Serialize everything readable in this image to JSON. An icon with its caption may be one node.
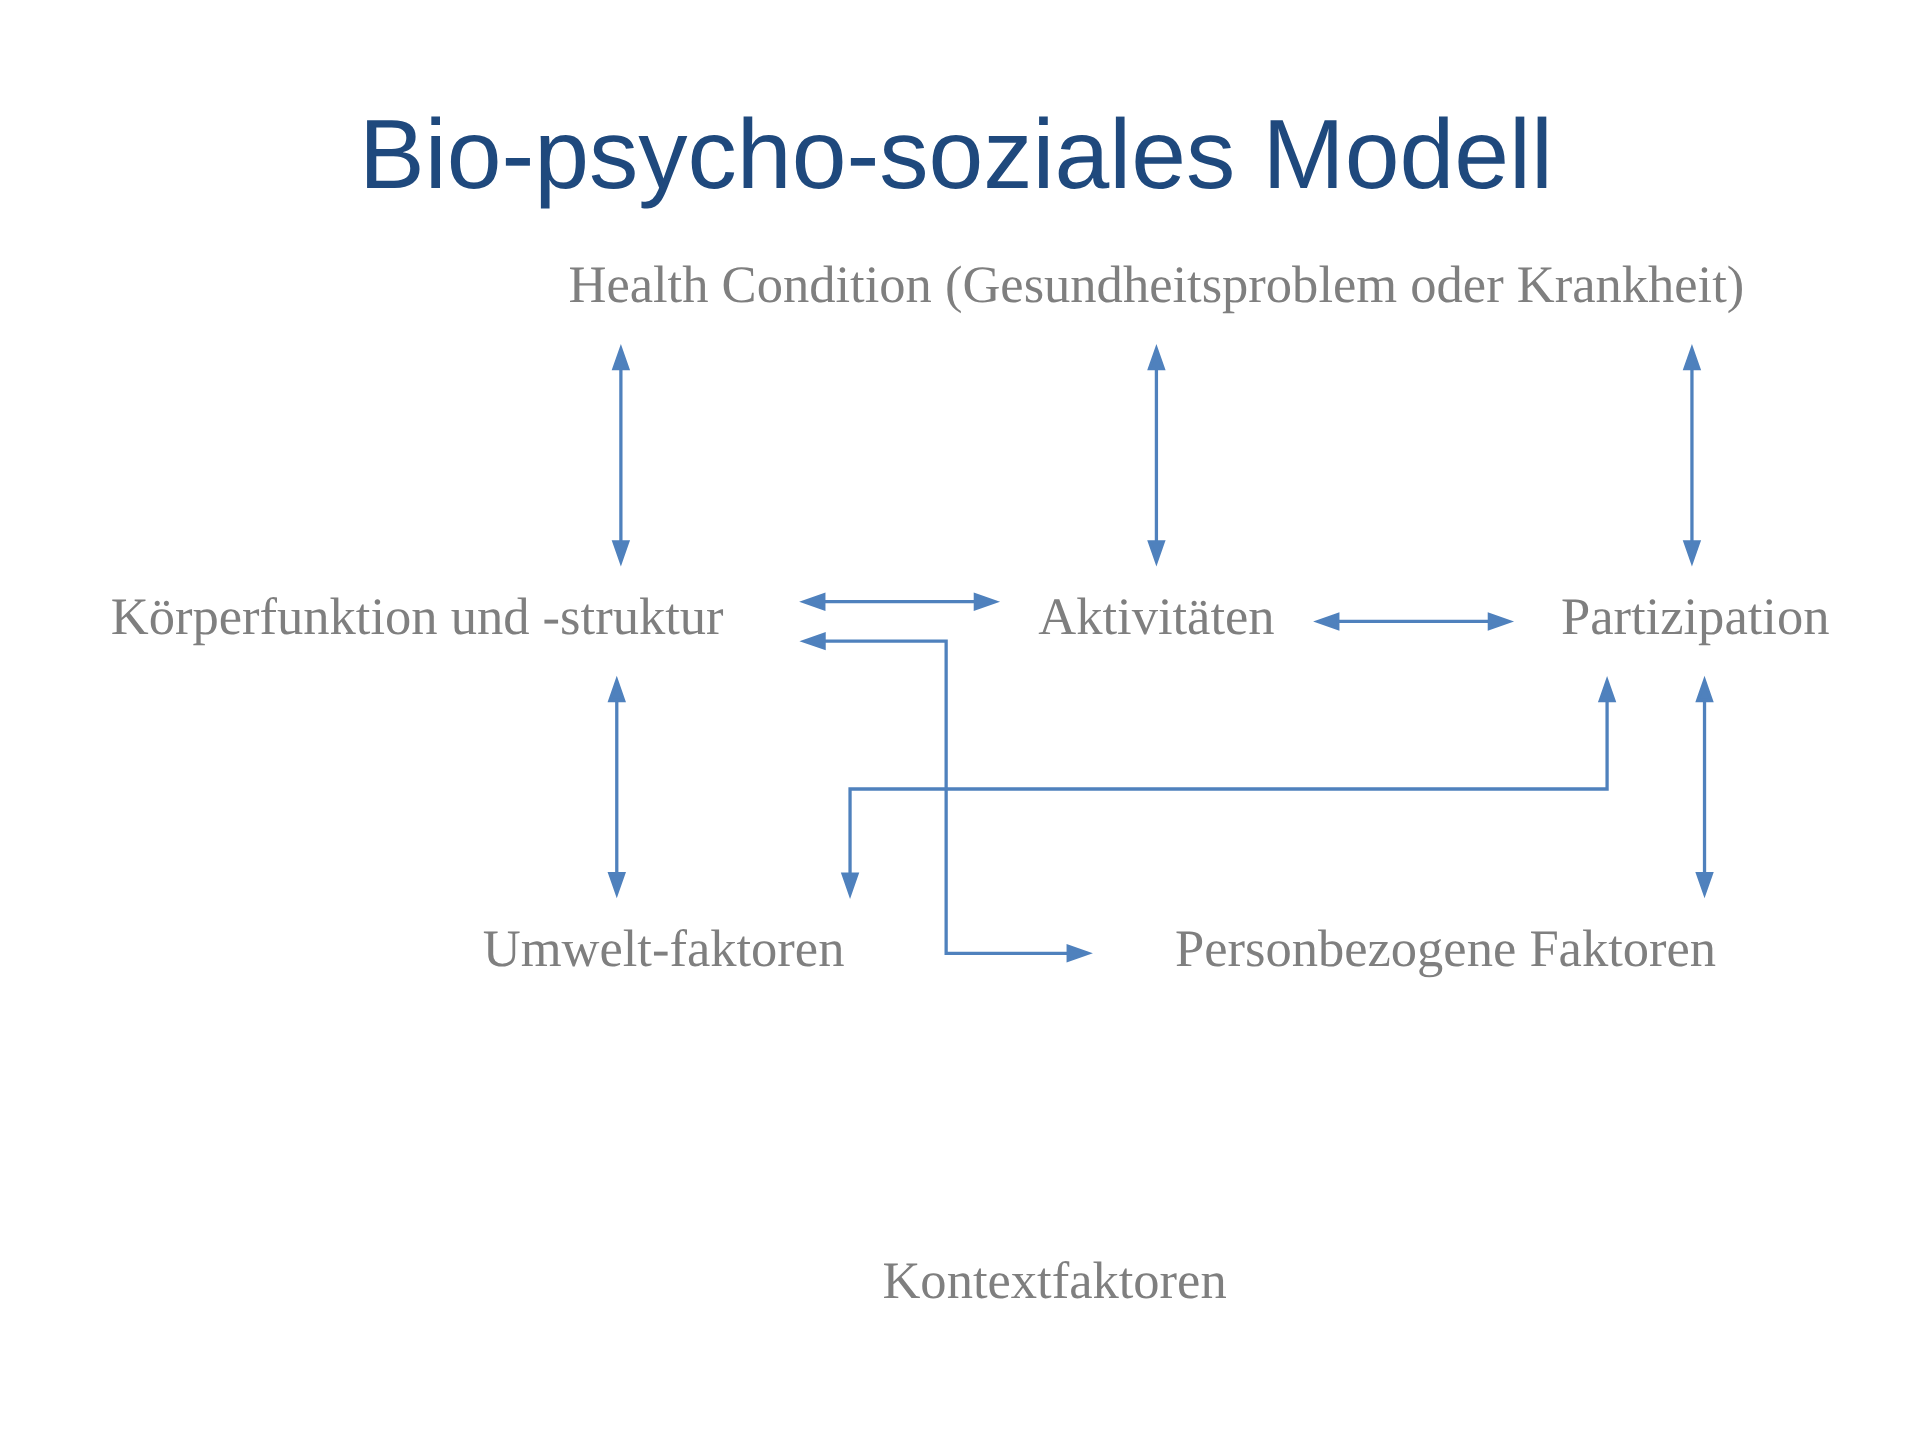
{
  "diagram": {
    "title": "Bio-psycho-soziales Modell",
    "nodes": [
      {
        "text": [
          "Health Condition (Gesundheitsproblem oder Krankheit)"
        ]
      },
      {
        "text": [
          "Körperfunktion und -struktur"
        ]
      },
      {
        "text": [
          "Aktivitäten"
        ]
      },
      {
        "text": [
          "Partizipation"
        ]
      },
      {
        "text": [
          "Umwelt-faktoren"
        ]
      },
      {
        "text": [
          "Personbezogene Faktoren"
        ]
      }
    ],
    "edges": [
      {
        "from": 0,
        "to": 1,
        "arrow": "both"
      },
      {
        "from": 0,
        "to": 2,
        "arrow": "both"
      },
      {
        "from": 0,
        "to": 3,
        "arrow": "both"
      },
      {
        "from": 1,
        "to": 2,
        "arrow": "both"
      },
      {
        "from": 2,
        "to": 3,
        "arrow": "both"
      },
      {
        "from": 4,
        "to": 1,
        "arrow": "both"
      },
      {
        "from": 4,
        "to": 3,
        "arrow": "both"
      },
      {
        "from": 5,
        "to": 1,
        "arrow": "both"
      },
      {
        "from": 5,
        "to": 3,
        "arrow": "both"
      }
    ],
    "labels": [
      "Kontextfaktoren"
    ]
  }
}
